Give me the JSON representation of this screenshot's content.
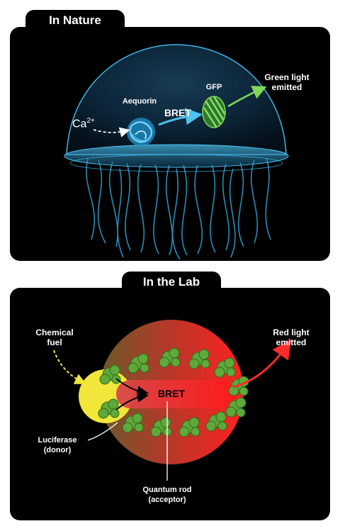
{
  "nature": {
    "title": "In Nature",
    "ca_label": "Ca",
    "ca_superscript": "2+",
    "aequorin_label": "Aequorin",
    "bret_label": "BRET",
    "gfp_label": "GFP",
    "emitted_label_line1": "Green light",
    "emitted_label_line2": "emitted"
  },
  "lab": {
    "title": "In the Lab",
    "fuel_label_line1": "Chemical",
    "fuel_label_line2": "fuel",
    "emitted_label_line1": "Red light",
    "emitted_label_line2": "emitted",
    "bret_label": "BRET",
    "luciferase_label_line1": "Luciferase",
    "luciferase_label_line2": "(donor)",
    "rod_label_line1": "Quantum rod",
    "rod_label_line2": "(acceptor)"
  },
  "colors": {
    "jelly_blue": "#3fb6e6",
    "green_light": "#7ed957",
    "red_light": "#ff2a2a",
    "fuel_yellow": "#f2e63a"
  }
}
